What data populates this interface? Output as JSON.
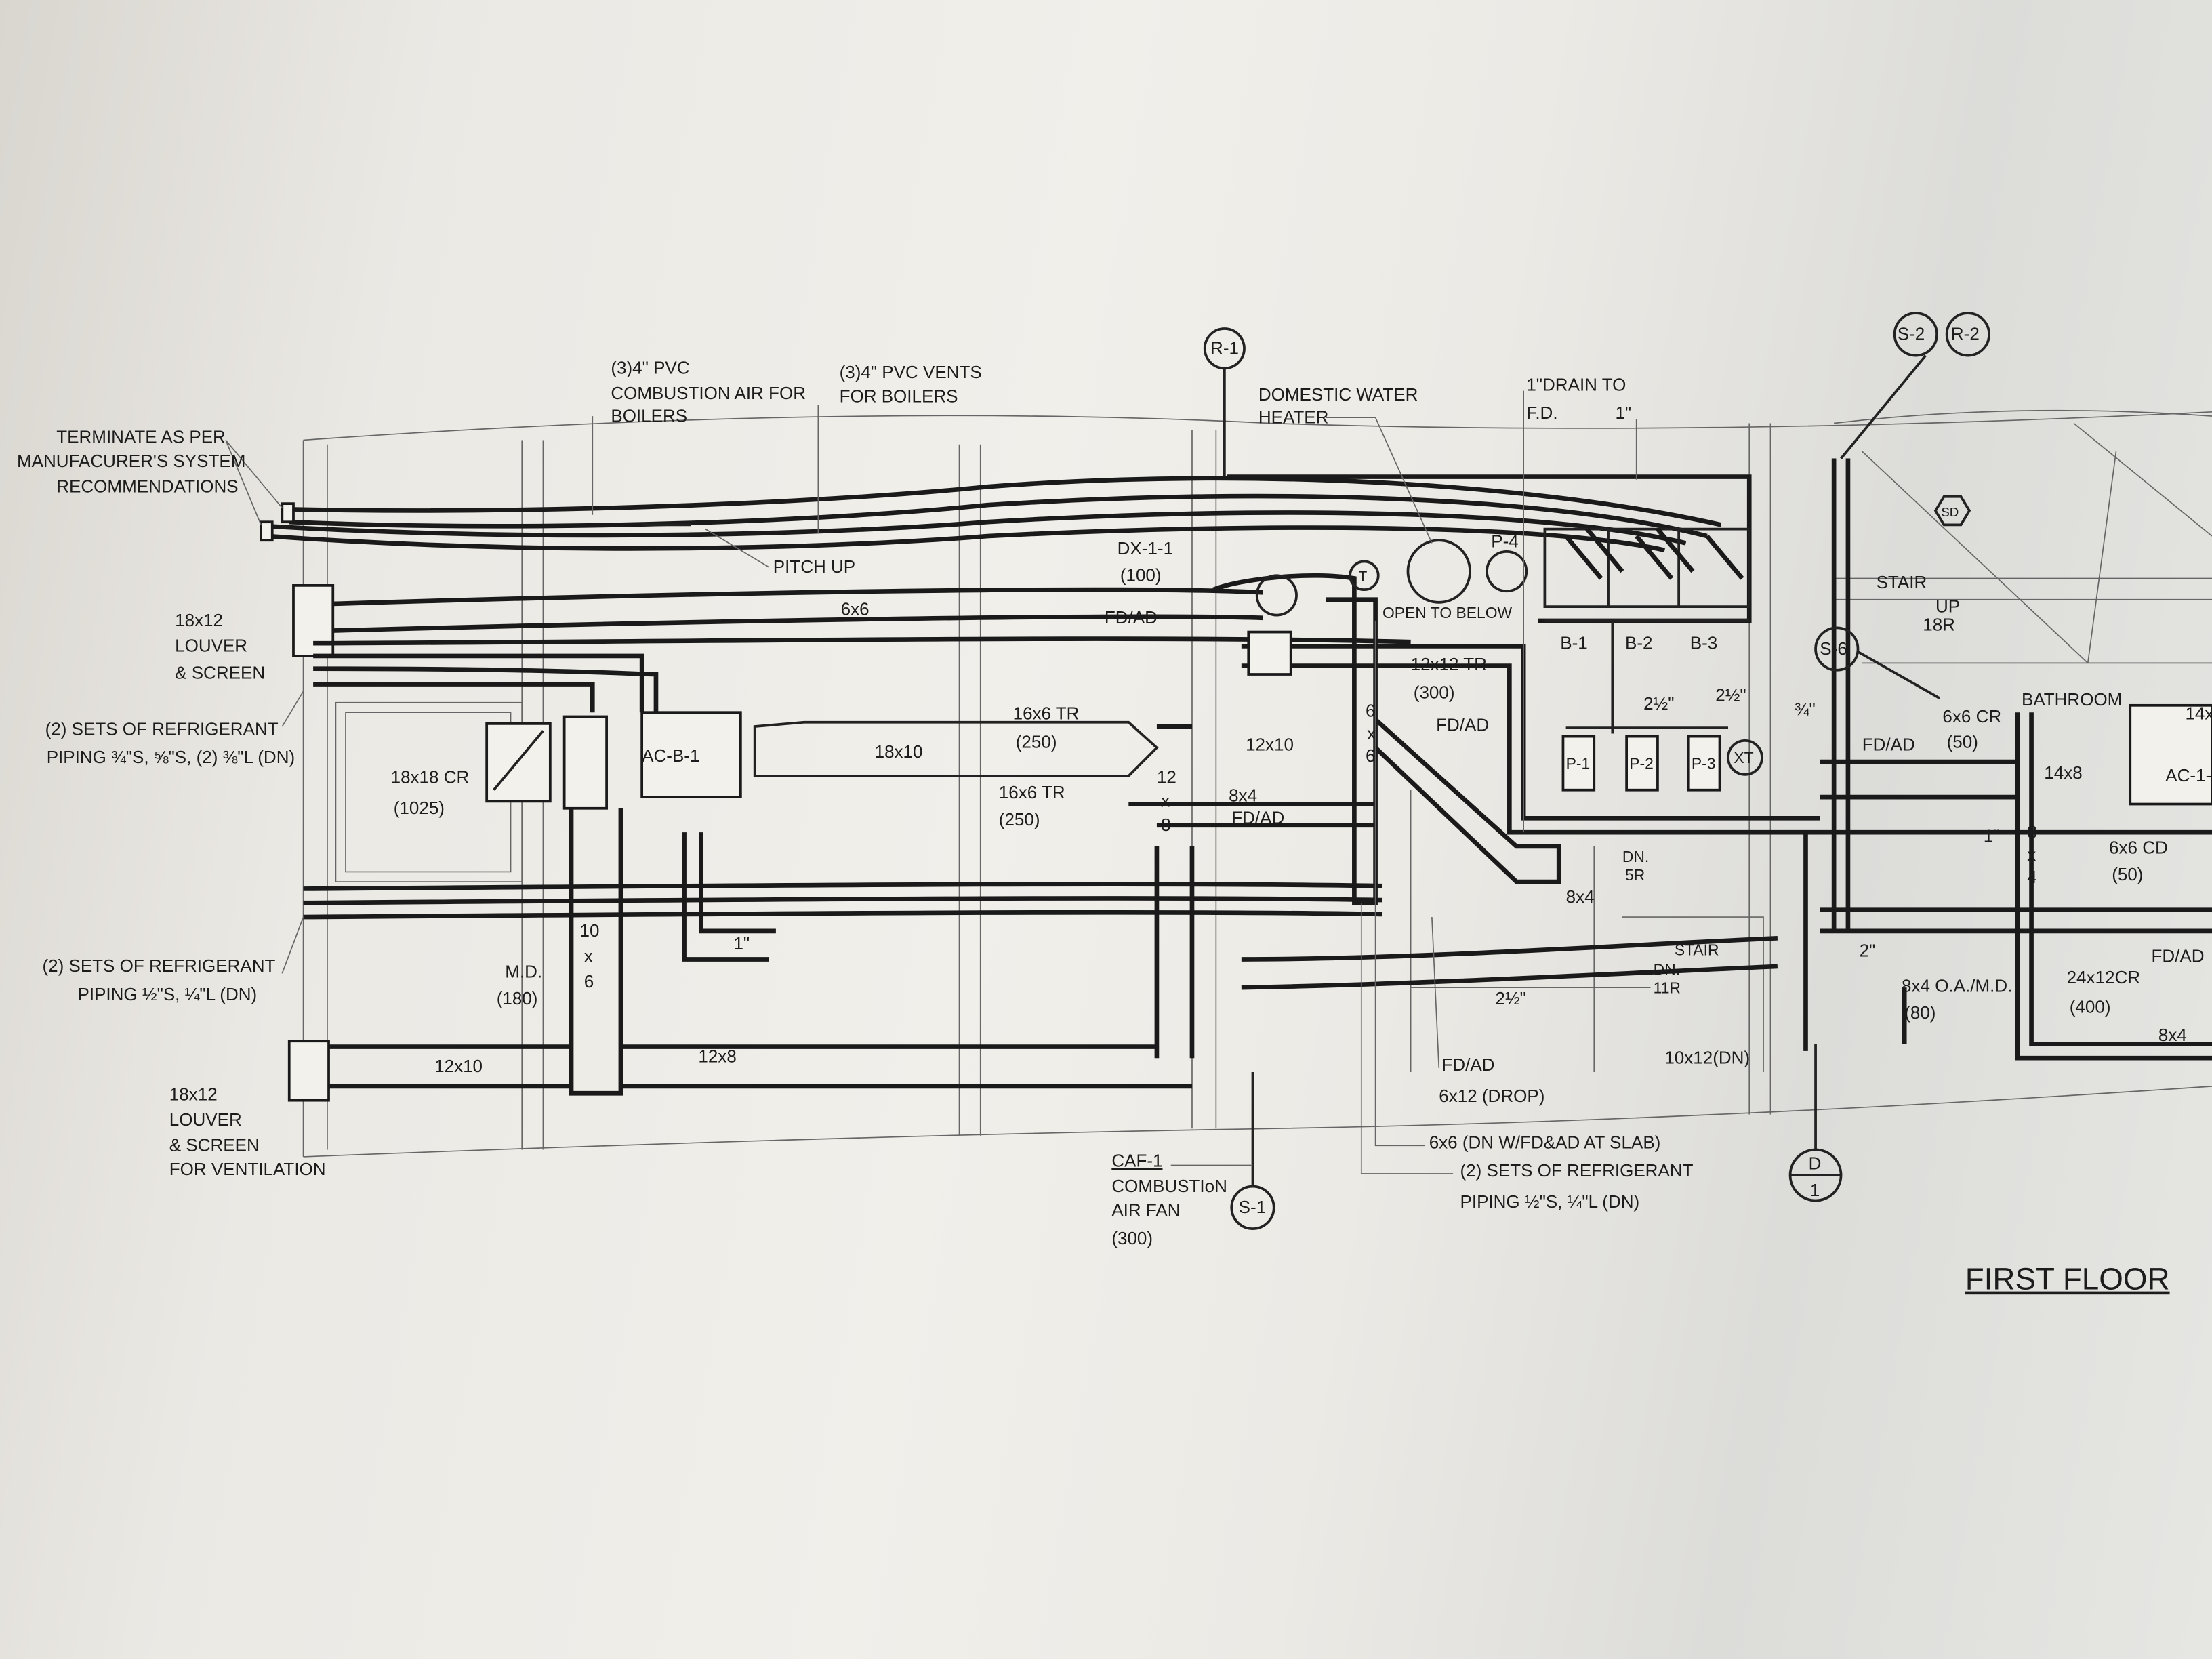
{
  "drawing_title": "FIRST FLOOR",
  "notes": {
    "terminate": [
      "TERMINATE AS PER",
      "MANUFACURER'S SYSTEM",
      "RECOMMENDATIONS"
    ],
    "combustion_air": [
      "(3)4\" PVC",
      "COMBUSTION AIR FOR",
      "BOILERS"
    ],
    "vents": [
      "(3)4\" PVC VENTS",
      "FOR BOILERS"
    ],
    "pitch_up": "PITCH UP",
    "louver_top": [
      "18x12",
      "LOUVER",
      "& SCREEN"
    ],
    "refrigerant_top": [
      "(2) SETS OF REFRIGERANT",
      "PIPING ¾\"S, ⅝\"S, (2) ⅜\"L (DN)"
    ],
    "refrigerant_left": [
      "(2) SETS OF REFRIGERANT",
      "PIPING ½\"S, ¼\"L (DN)"
    ],
    "refrigerant_bottom": [
      "(2) SETS OF REFRIGERANT",
      "PIPING ½\"S, ¼\"L (DN)"
    ],
    "louver_bottom": [
      "18x12",
      "LOUVER",
      "& SCREEN",
      "FOR VENTILATION"
    ],
    "cr_18x18": [
      "18x18 CR",
      "(1025)"
    ],
    "md": [
      "M.D.",
      "(180)"
    ],
    "dx": [
      "DX-1-1",
      "(100)"
    ],
    "tr_16x6_a": [
      "16x6 TR",
      "(250)"
    ],
    "tr_16x6_b": [
      "16x6 TR",
      "(250)"
    ],
    "tr_12x12": [
      "12x12 TR",
      "(300)"
    ],
    "water_heater": [
      "DOMESTIC WATER",
      "HEATER"
    ],
    "open_below": "OPEN TO BELOW",
    "drain": [
      "1\"DRAIN TO",
      "F.D.",
      "1\""
    ],
    "caf": [
      "CAF-1",
      "COMBUSTIoN",
      "AIR FAN",
      "(300)"
    ],
    "dn_6x6": "6x6 (DN W/FD&AD AT SLAB)",
    "drop_6x12": "6x12 (DROP)",
    "dn_10x12": "10x12(DN)",
    "oa_md": [
      "8x4 O.A./M.D.",
      "(80)"
    ],
    "cr_24x12": [
      "24x12CR",
      "(400)"
    ],
    "cr_6x6": [
      "6x6 CR",
      "(50)"
    ],
    "cd_6x6": [
      "6x6 CD",
      "(50)"
    ],
    "stair_upper": [
      "STAIR",
      "UP",
      "18R"
    ],
    "stair_lower": [
      "STAIR",
      "DN.",
      "11R"
    ],
    "dn_5r": [
      "DN.",
      "5R"
    ],
    "bathroom": "BATHROOM"
  },
  "equipment": {
    "ac_b1": "AC-B-1",
    "ac_1": "AC-1-",
    "p4": "P-4",
    "boilers": [
      "B-1",
      "B-2",
      "B-3"
    ],
    "pumps": [
      "P-1",
      "P-2",
      "P-3"
    ],
    "xt": "XT",
    "t": "T",
    "sd": "SD"
  },
  "duct_sizes": {
    "d6x6": "6x6",
    "d18x10": "18x10",
    "d12x10_top": "12x10",
    "d12x8_v": [
      "12",
      "x",
      "8"
    ],
    "d8x4_a": "8x4",
    "d6x6_v": [
      "6",
      "x",
      "6"
    ],
    "d10x6_v": [
      "10",
      "x",
      "6"
    ],
    "d12x10_bot": "12x10",
    "d12x8_bot": "12x8",
    "d8x4_b": "8x4",
    "d14x8": "14x8",
    "d8x4_v": [
      "8",
      "x",
      "4"
    ],
    "d8x4_c": "8x4",
    "d14x": "14x"
  },
  "pipe_sizes": {
    "p2half_a": "2½\"",
    "p2half_b": "2½\"",
    "p3q": "¾\"",
    "p2half_c": "2½\"",
    "p1_a": "1\"",
    "p1_b": "1\"",
    "p2": "2\""
  },
  "fd_ad": "FD/AD",
  "tags": {
    "r1": "R-1",
    "s2": "S-2",
    "r2": "R-2",
    "s6": "S-6",
    "s1": "S-1",
    "d_top": "D",
    "d_bot": "1"
  }
}
